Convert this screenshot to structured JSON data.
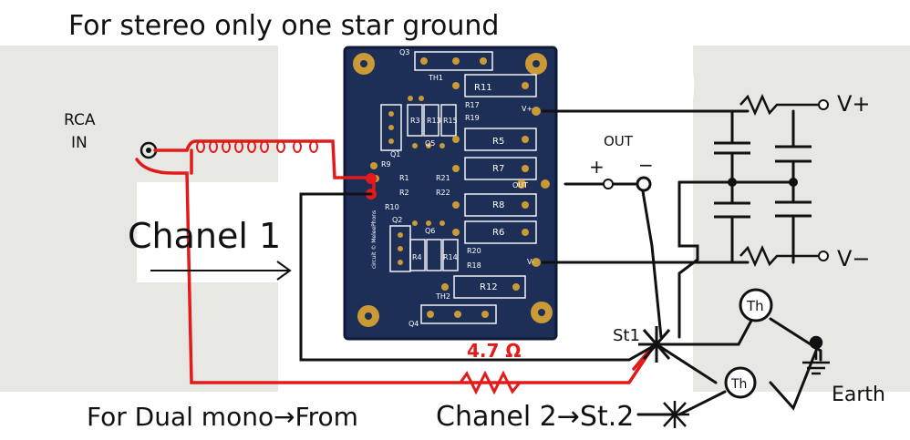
{
  "title": "For stereo only one star ground",
  "input_label": {
    "line1": "RCA",
    "line2": "IN"
  },
  "channel_label": "Chanel 1",
  "out_label": "OUT",
  "plus_label": "+",
  "minus_label": "−",
  "vplus_label": "V+",
  "vminus_label": "V−",
  "resistor_note": "4.7 Ω",
  "star1_label": "St1",
  "therm_label": "Th",
  "earth_label": "Earth",
  "bottom_note": {
    "left": "For Dual mono→From",
    "right": "Chanel 2→St.2"
  },
  "pcb": {
    "refs": [
      "Q3",
      "TH1",
      "R11",
      "R17",
      "R19",
      "V+",
      "R3",
      "R13",
      "R15",
      "R5",
      "Q1",
      "Q5",
      "R9",
      "R1",
      "R21",
      "R7",
      "R2",
      "R22",
      "OUT",
      "R10",
      "R8",
      "Q2",
      "R6",
      "Q6",
      "R20",
      "R4",
      "R14",
      "R18",
      "V-",
      "R12",
      "TH2",
      "Q4"
    ],
    "credit": "circuit © MeleePhons"
  },
  "colors": {
    "board": "#1d2e57",
    "pad": "#c99a36",
    "silk": "#f2f2f2",
    "wire_red": "#e21a1a",
    "wire_black": "#111111",
    "paper": "#e9e9e6"
  }
}
